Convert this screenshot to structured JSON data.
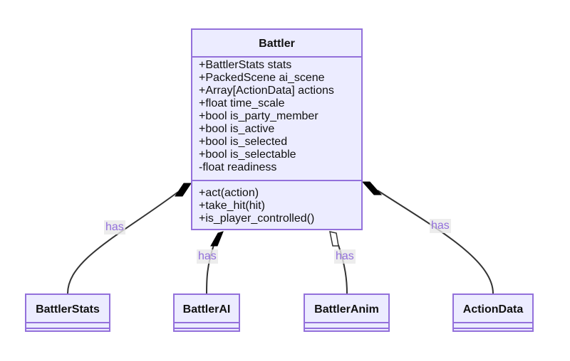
{
  "classes": {
    "battler": {
      "name": "Battler",
      "attributes": [
        "+BattlerStats stats",
        "+PackedScene ai_scene",
        "+Array[ActionData] actions",
        "+float time_scale",
        "+bool is_party_member",
        "+bool is_active",
        "+bool is_selected",
        "+bool is_selectable",
        "-float readiness"
      ],
      "methods": [
        "+act(action)",
        "+take_hit(hit)",
        "+is_player_controlled()"
      ]
    },
    "battler_stats": {
      "name": "BattlerStats"
    },
    "battler_ai": {
      "name": "BattlerAI"
    },
    "battler_anim": {
      "name": "BattlerAnim"
    },
    "action_data": {
      "name": "ActionData"
    }
  },
  "edges": {
    "stats_label": "has",
    "ai_label": "has",
    "anim_label": "has",
    "actions_label": "has"
  },
  "colors": {
    "box_fill": "#ECECFF",
    "box_stroke": "#9370DB",
    "edge_stroke": "#333333",
    "label_text": "#9370DB"
  }
}
